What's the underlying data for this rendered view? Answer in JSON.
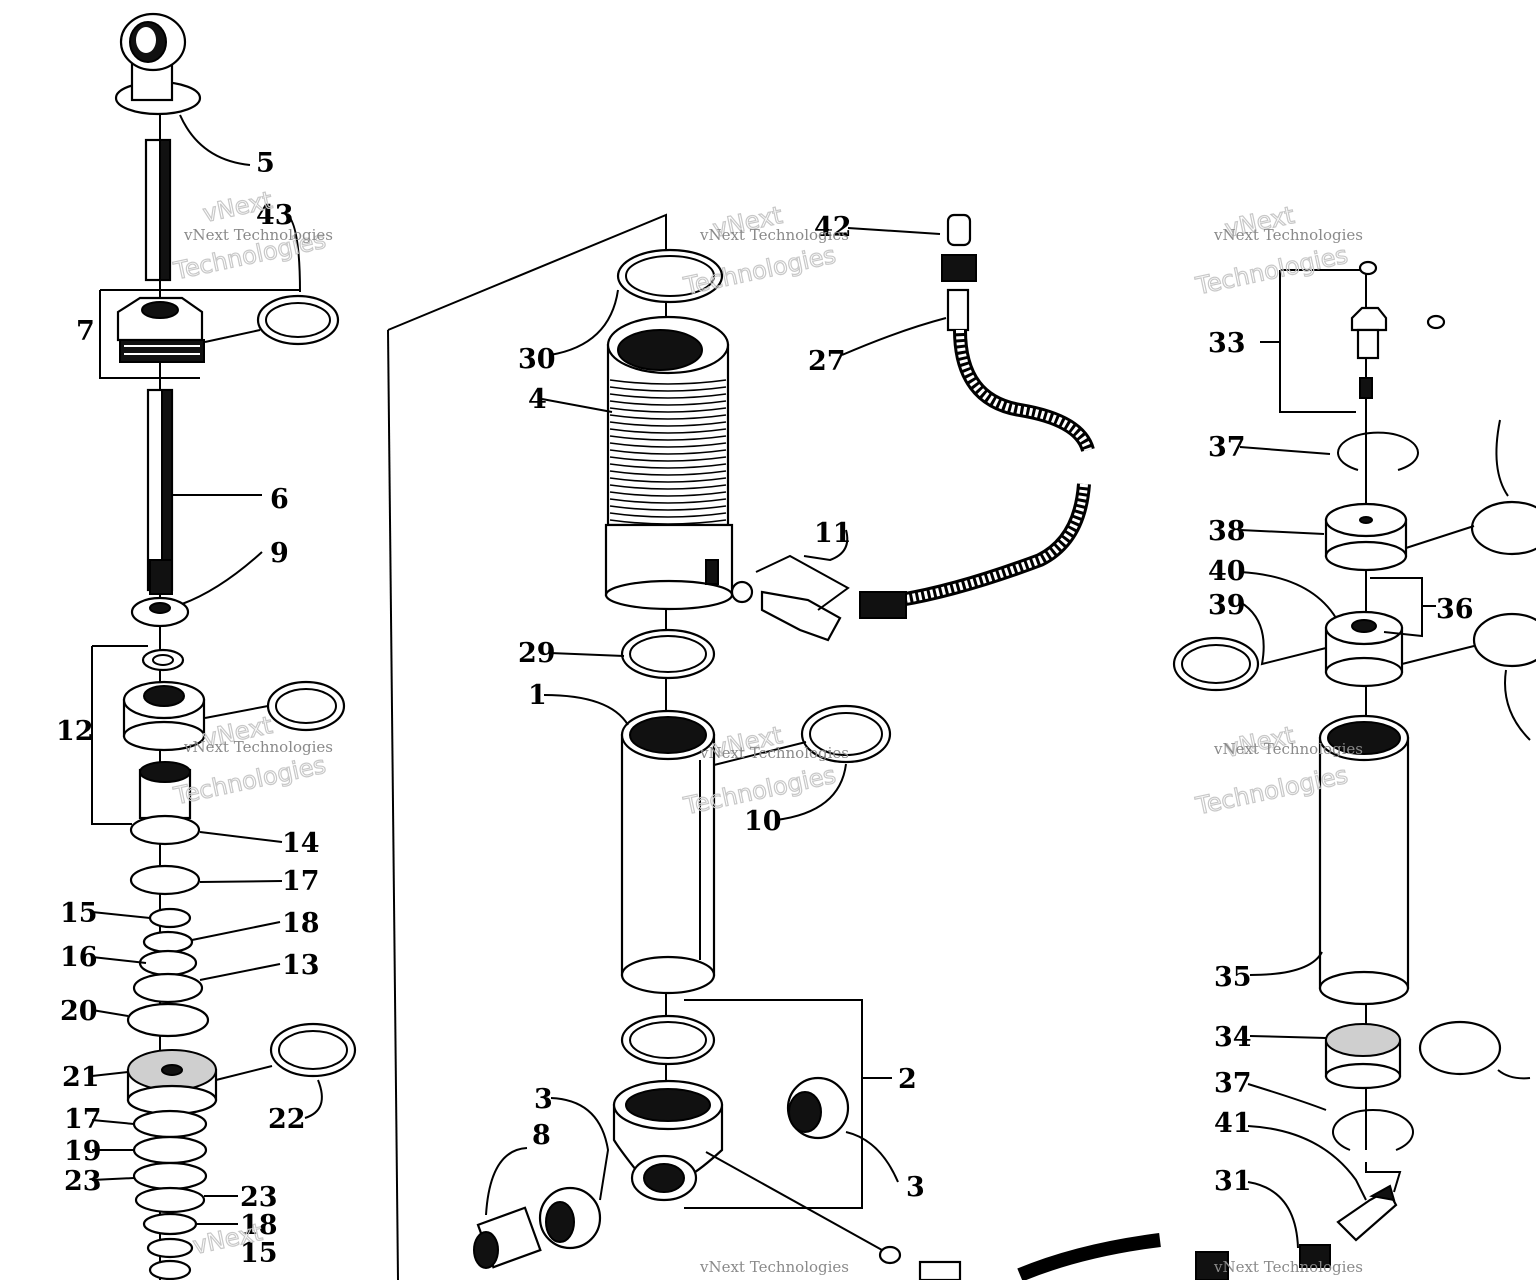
{
  "diagram": {
    "callouts": [
      {
        "id": "c5",
        "text": "5"
      },
      {
        "id": "c43",
        "text": "43"
      },
      {
        "id": "c7",
        "text": "7"
      },
      {
        "id": "c6",
        "text": "6"
      },
      {
        "id": "c9",
        "text": "9"
      },
      {
        "id": "c12",
        "text": "12"
      },
      {
        "id": "c14",
        "text": "14"
      },
      {
        "id": "c17a",
        "text": "17"
      },
      {
        "id": "c15a",
        "text": "15"
      },
      {
        "id": "c18a",
        "text": "18"
      },
      {
        "id": "c16",
        "text": "16"
      },
      {
        "id": "c13",
        "text": "13"
      },
      {
        "id": "c20",
        "text": "20"
      },
      {
        "id": "c21",
        "text": "21"
      },
      {
        "id": "c22",
        "text": "22"
      },
      {
        "id": "c17b",
        "text": "17"
      },
      {
        "id": "c19",
        "text": "19"
      },
      {
        "id": "c23a",
        "text": "23"
      },
      {
        "id": "c23b",
        "text": "23"
      },
      {
        "id": "c18b",
        "text": "18"
      },
      {
        "id": "c15b",
        "text": "15"
      },
      {
        "id": "c42",
        "text": "42"
      },
      {
        "id": "c30",
        "text": "30"
      },
      {
        "id": "c27",
        "text": "27"
      },
      {
        "id": "c4",
        "text": "4"
      },
      {
        "id": "c11",
        "text": "11"
      },
      {
        "id": "c29",
        "text": "29"
      },
      {
        "id": "c1",
        "text": "1"
      },
      {
        "id": "c10",
        "text": "10"
      },
      {
        "id": "c2",
        "text": "2"
      },
      {
        "id": "c3a",
        "text": "3"
      },
      {
        "id": "c8",
        "text": "8"
      },
      {
        "id": "c3b",
        "text": "3"
      },
      {
        "id": "c33",
        "text": "33"
      },
      {
        "id": "c37a",
        "text": "37"
      },
      {
        "id": "c38",
        "text": "38"
      },
      {
        "id": "c40",
        "text": "40"
      },
      {
        "id": "c36",
        "text": "36"
      },
      {
        "id": "c39",
        "text": "39"
      },
      {
        "id": "c35",
        "text": "35"
      },
      {
        "id": "c34",
        "text": "34"
      },
      {
        "id": "c37b",
        "text": "37"
      },
      {
        "id": "c41",
        "text": "41"
      },
      {
        "id": "c31",
        "text": "31"
      }
    ],
    "watermark": {
      "brand": "vNext",
      "company": "vNext Technologies",
      "word": "Technologies"
    }
  }
}
